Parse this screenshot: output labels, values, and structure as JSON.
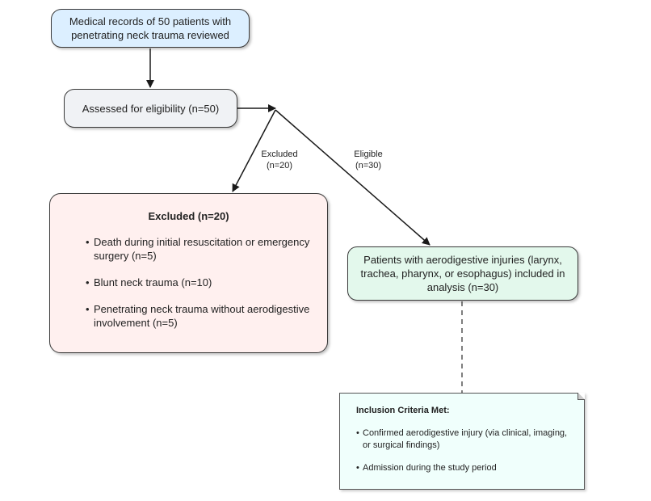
{
  "flow": {
    "records": "Medical records of 50 patients with penetrating neck trauma reviewed",
    "assessed": "Assessed for eligibility (n=50)",
    "excluded_edge_label": "Excluded (n=20)",
    "eligible_edge_label": "Eligible (n=30)",
    "excluded_box": {
      "title": "Excluded (n=20)",
      "items": [
        "Death during initial resuscitation or emergency surgery (n=5)",
        "Blunt neck trauma (n=10)",
        "Penetrating neck trauma without aerodigestive involvement (n=5)"
      ]
    },
    "included": "Patients with aerodigestive injuries (larynx, trachea, pharynx, or esophagus) included in analysis (n=30)"
  },
  "note": {
    "title": "Inclusion Criteria Met:",
    "items": [
      "Confirmed aerodigestive injury (via clinical, imaging, or surgical findings)",
      "Admission during the study period"
    ]
  },
  "colors": {
    "records_fill": "#dcefff",
    "assessed_fill": "#f0f2f5",
    "excluded_fill": "#fff0ef",
    "included_fill": "#e3f8ec",
    "note_fill": "#f0fffc",
    "line": "#1a1a1a"
  }
}
